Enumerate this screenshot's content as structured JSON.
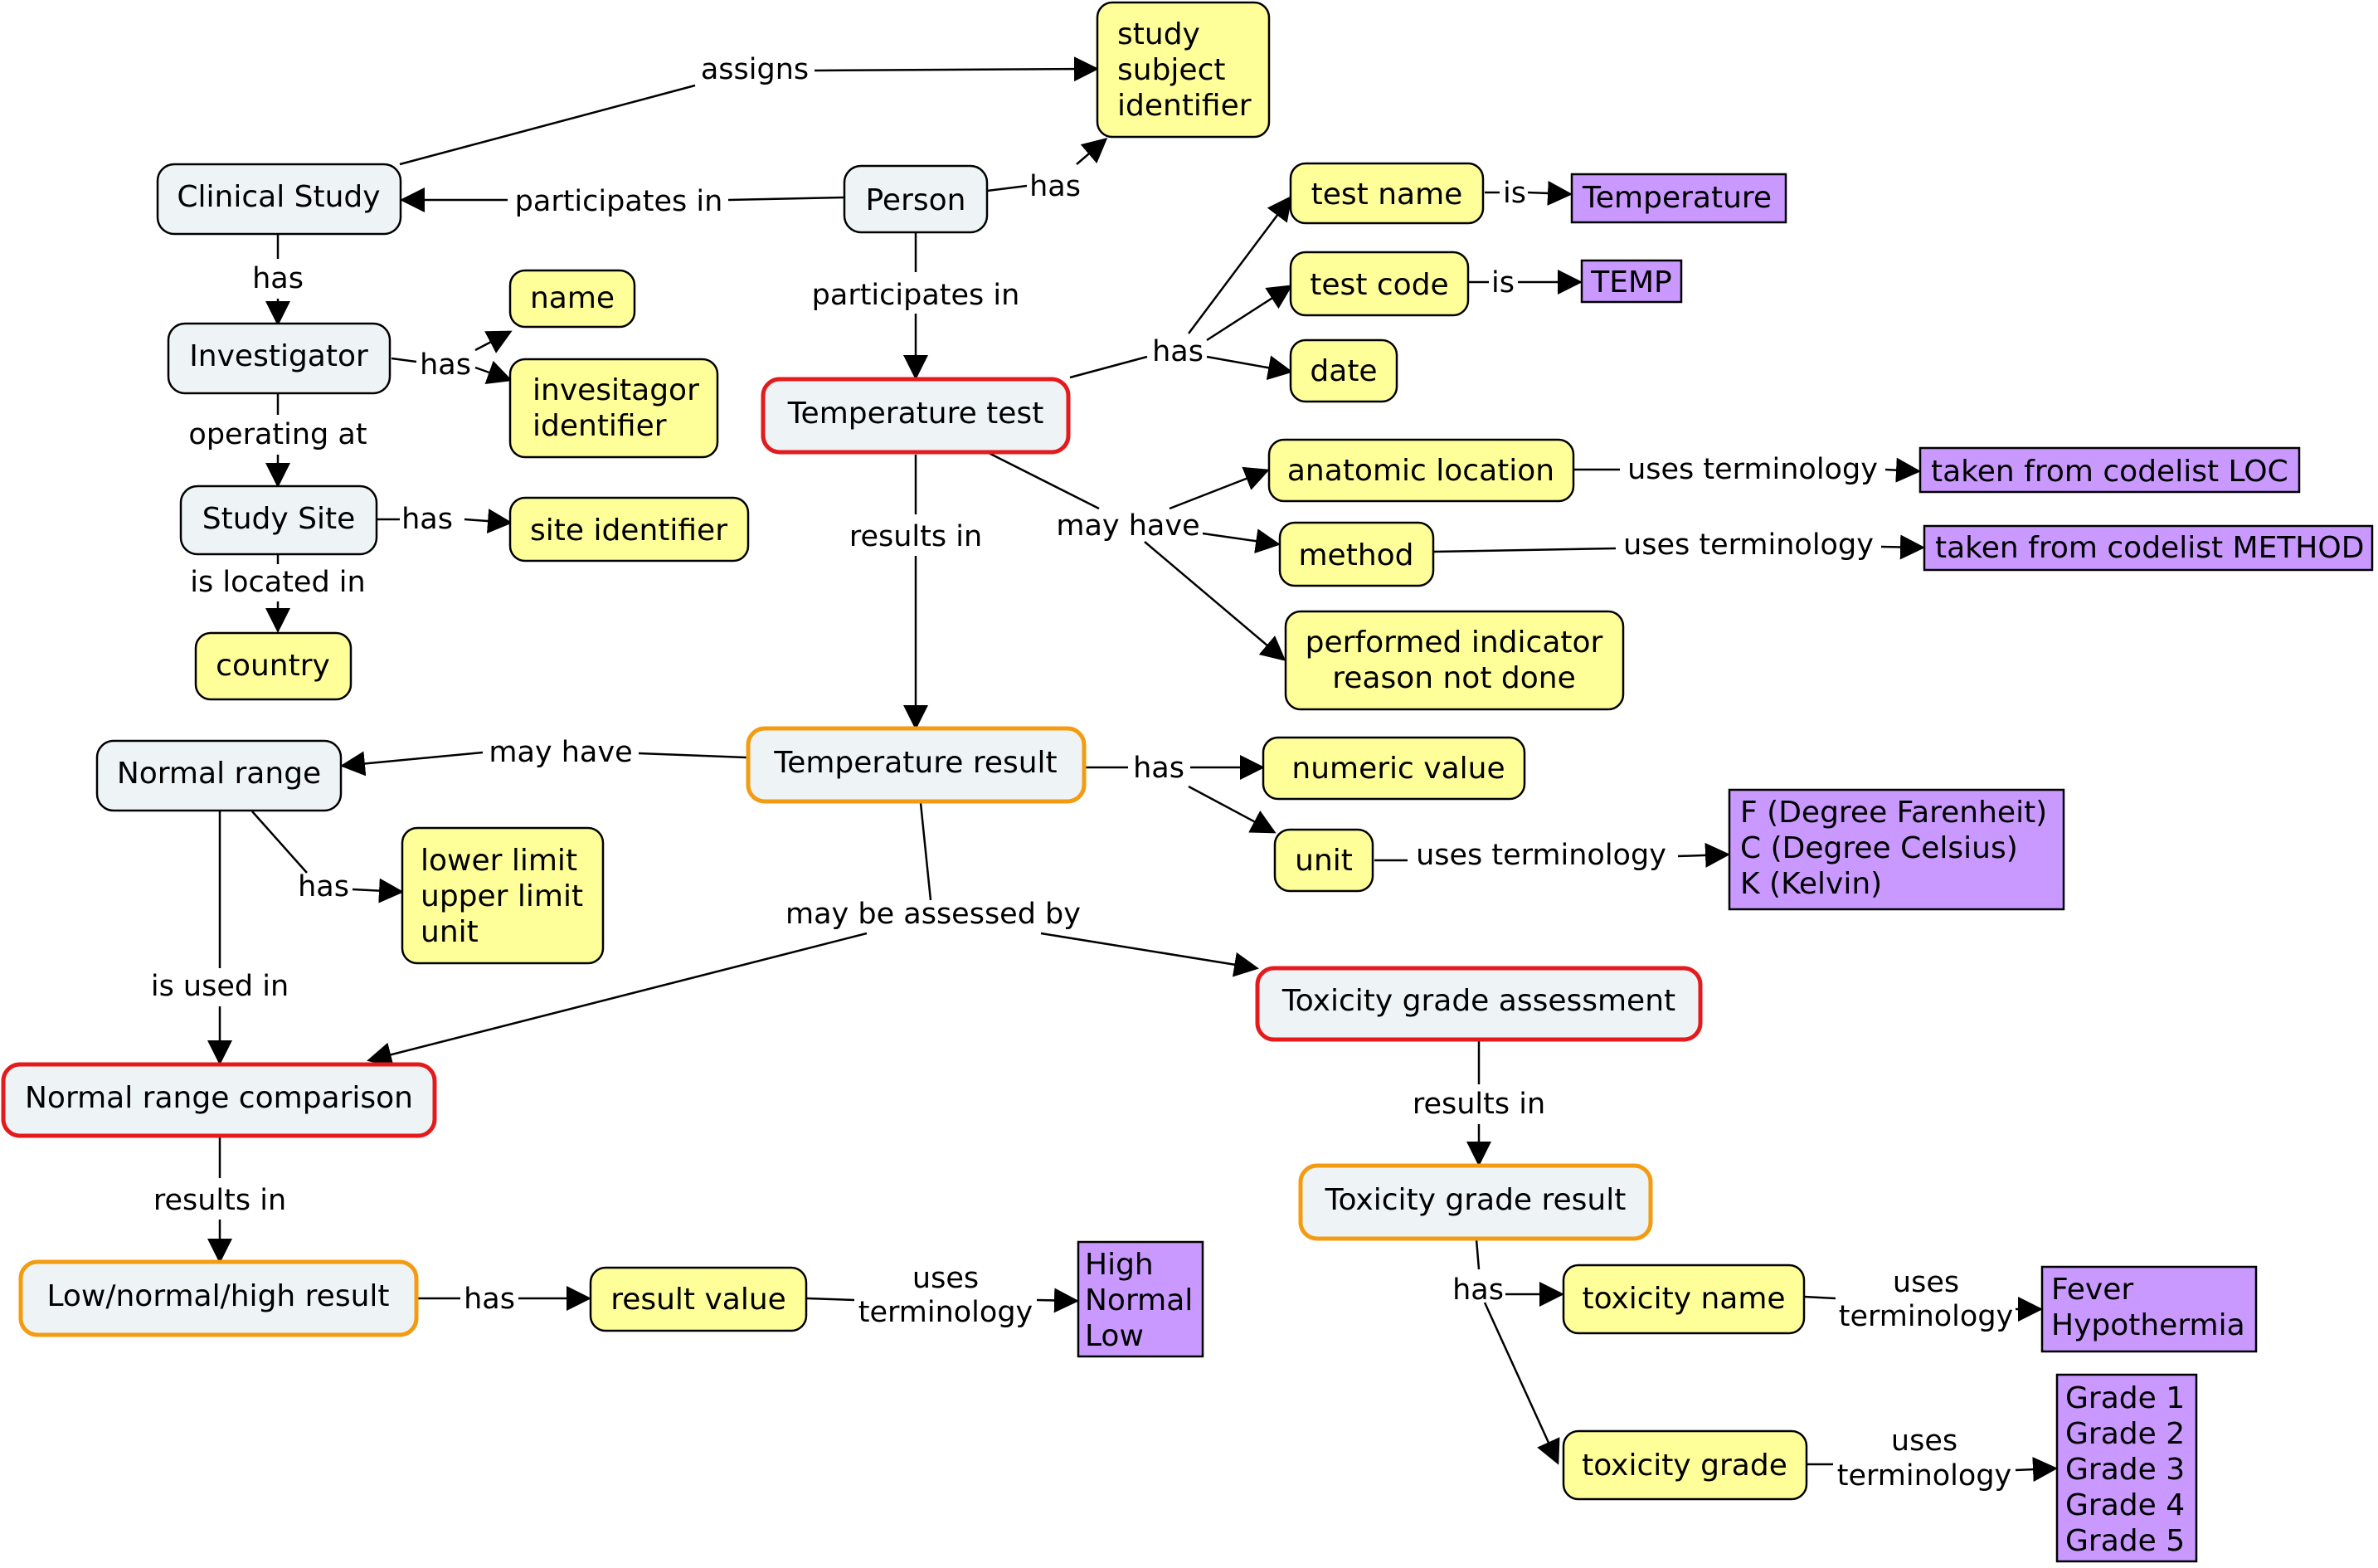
{
  "colors": {
    "concept_fill": "#EEF4F6",
    "concept_stroke": "#000000",
    "attribute_fill": "#FFFF99",
    "terminology_fill": "#C999FF",
    "activity_border": "#E41A1C",
    "result_border": "#F39C12"
  },
  "nodes": {
    "clinical_study": "Clinical Study",
    "person": "Person",
    "study_subject_identifier": [
      "study",
      "subject",
      "identifier"
    ],
    "investigator": "Investigator",
    "name": "name",
    "investigator_identifier": [
      "invesitagor",
      "identifier"
    ],
    "study_site": "Study Site",
    "site_identifier": "site identifier",
    "country": "country",
    "temperature_test": "Temperature test",
    "test_name": "test name",
    "test_code": "test code",
    "date": "date",
    "temperature_term": "Temperature",
    "temp_term": "TEMP",
    "anatomic_location": "anatomic location",
    "method": "method",
    "performed_indicator": [
      "performed indicator",
      "reason not done"
    ],
    "codelist_loc": "taken from codelist LOC",
    "codelist_method": "taken from codelist METHOD",
    "temperature_result": "Temperature result",
    "numeric_value": "numeric value",
    "unit": "unit",
    "unit_terms": [
      "F (Degree Farenheit)",
      "C (Degree Celsius)",
      "K (Kelvin)"
    ],
    "normal_range": "Normal range",
    "limits": [
      "lower limit",
      "upper limit",
      "unit"
    ],
    "toxicity_grade_assessment": "Toxicity grade assessment",
    "normal_range_comparison": "Normal range comparison",
    "toxicity_grade_result": "Toxicity grade result",
    "low_normal_high_result": "Low/normal/high result",
    "result_value": "result value",
    "hnl_terms": [
      "High",
      "Normal",
      "Low"
    ],
    "toxicity_name": "toxicity name",
    "toxicity_grade": "toxicity grade",
    "toxicity_name_terms": [
      "Fever",
      "Hypothermia"
    ],
    "grade_terms": [
      "Grade 1",
      "Grade 2",
      "Grade 3",
      "Grade 4",
      "Grade 5"
    ]
  },
  "links": {
    "assigns": "assigns",
    "participates_in_study": "participates in",
    "person_has": "has",
    "study_has": "has",
    "investigator_has": "has",
    "operating_at": "operating at",
    "site_has": "has",
    "is_located_in": "is located in",
    "participates_in_test": "participates in",
    "test_has": "has",
    "is_temperature": "is",
    "is_temp": "is",
    "may_have_test": "may have",
    "uses_terminology_loc": "uses terminology",
    "uses_terminology_method": "uses terminology",
    "results_in_test": "results in",
    "result_has": "has",
    "uses_terminology_unit": "uses terminology",
    "may_have_range": "may have",
    "range_has": "has",
    "is_used_in": "is used in",
    "may_be_assessed_by": "may be assessed by",
    "results_in_toxicity": "results in",
    "results_in_comparison": "results in",
    "lnh_has": "has",
    "uses_terminology_hnl": [
      "uses",
      "terminology"
    ],
    "tox_result_has": "has",
    "uses_terminology_tox_name": [
      "uses",
      "terminology"
    ],
    "uses_terminology_grade": [
      "uses",
      "terminology"
    ]
  }
}
